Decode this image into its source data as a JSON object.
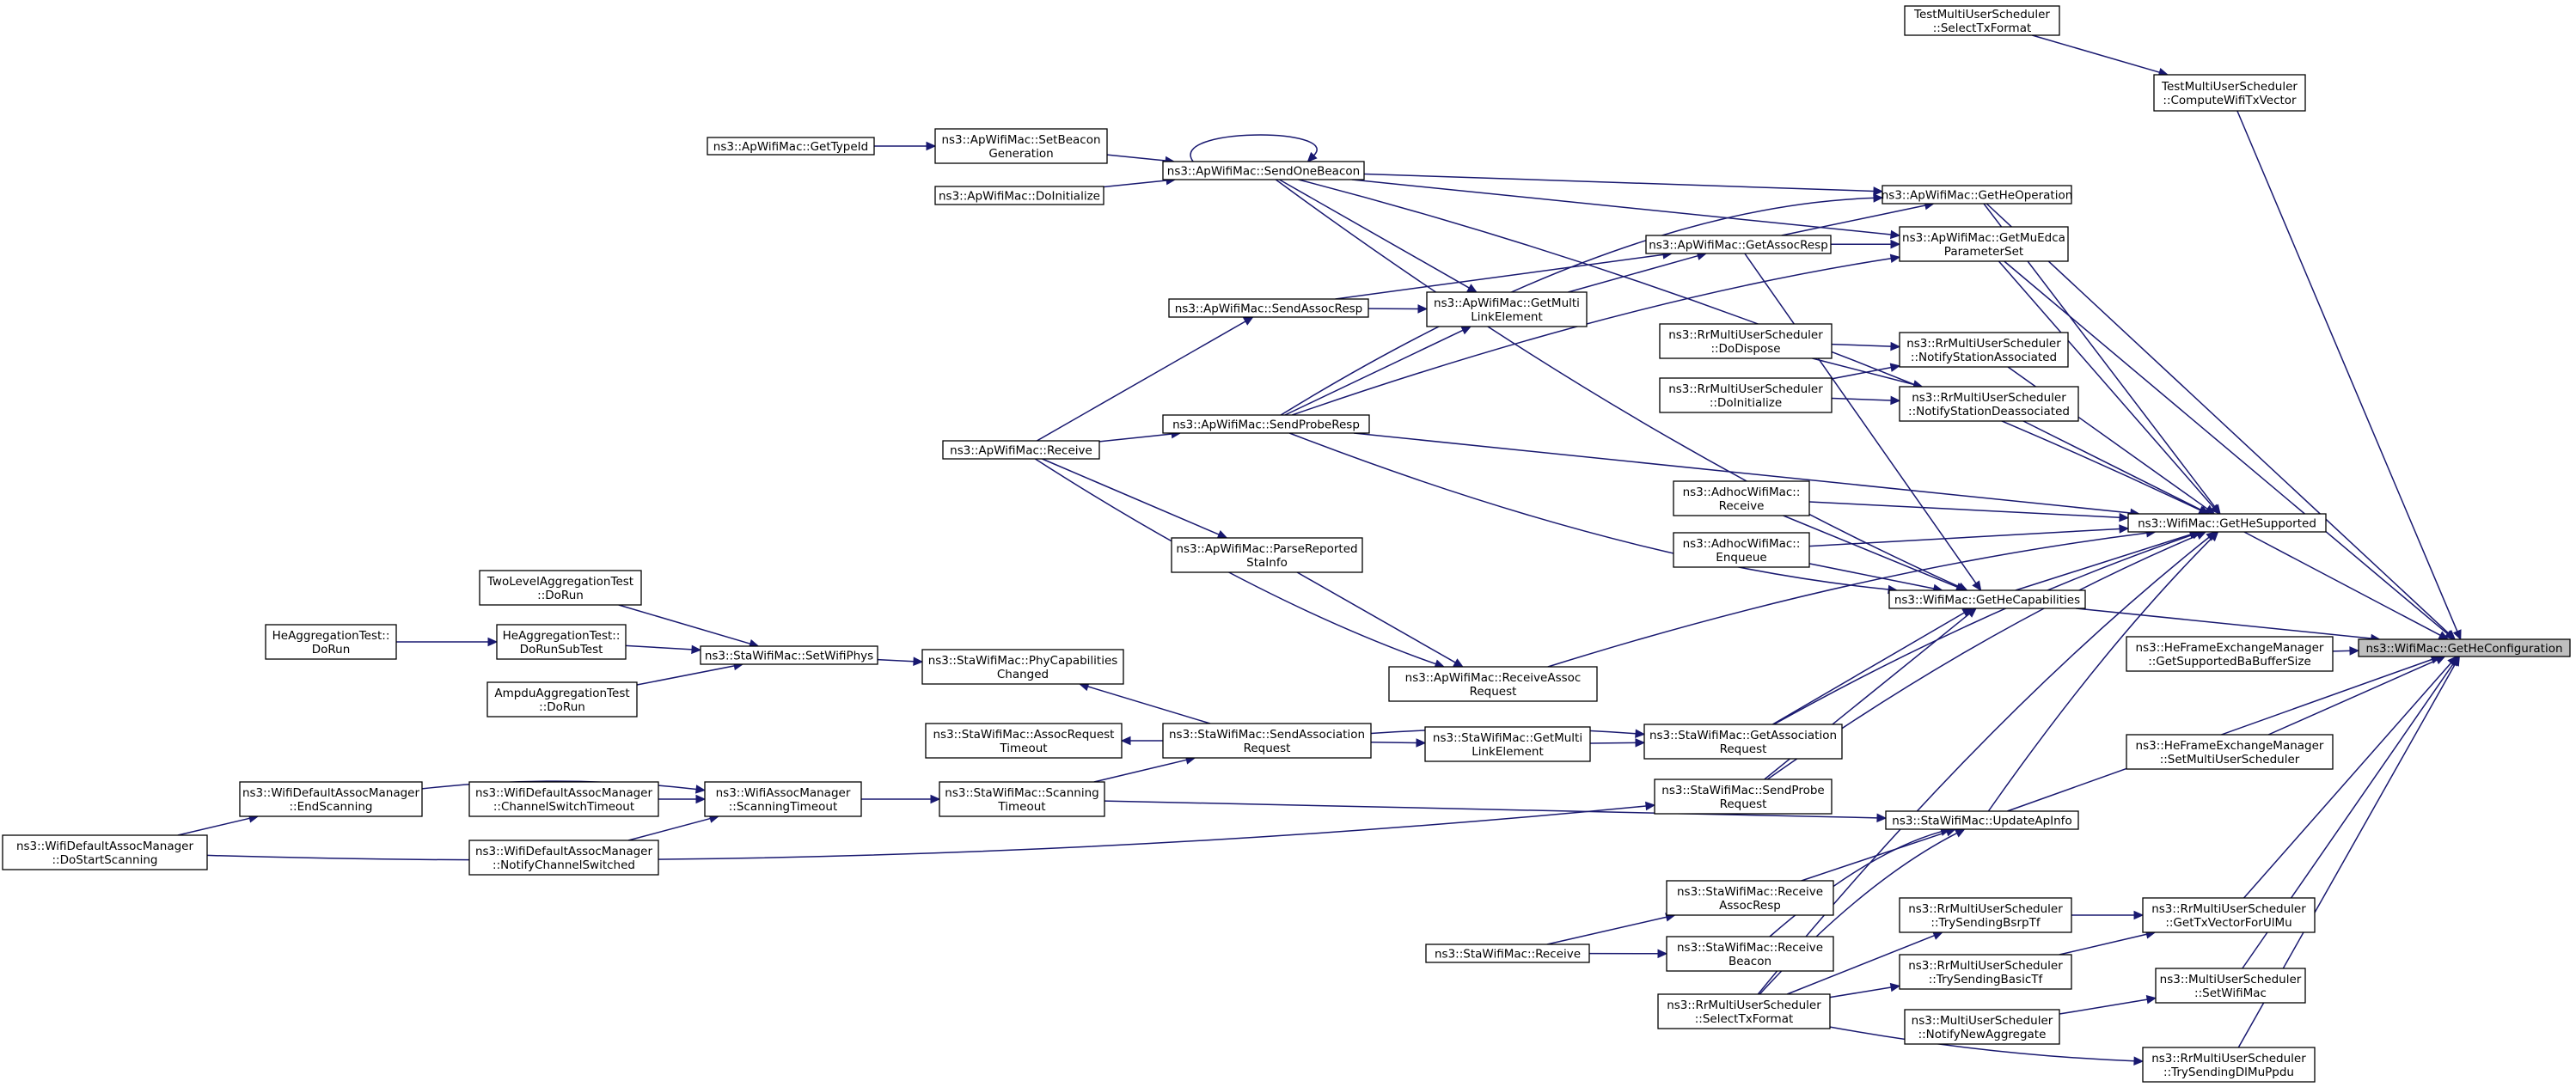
{
  "graph": {
    "focus_node": "ns3::WifiMac::GetHeConfiguration",
    "colors": {
      "edge": "#191970",
      "node_border": "#000000",
      "focus_fill": "#bfbfbf",
      "background": "#ffffff"
    },
    "nodes": {
      "n_gethecfg": [
        "ns3::WifiMac::GetHeConfiguration"
      ],
      "n_testsel": [
        "TestMultiUserScheduler",
        "::SelectTxFormat"
      ],
      "n_testcomp": [
        "TestMultiUserScheduler",
        "::ComputeWifiTxVector"
      ],
      "n_gettypeid": [
        "ns3::ApWifiMac::GetTypeId"
      ],
      "n_setbeacon": [
        "ns3::ApWifiMac::SetBeacon",
        "Generation"
      ],
      "n_doinit_ap": [
        "ns3::ApWifiMac::DoInitialize"
      ],
      "n_sendbeacon": [
        "ns3::ApWifiMac::SendOneBeacon"
      ],
      "n_getheop": [
        "ns3::ApWifiMac::GetHeOperation"
      ],
      "n_getassocresp": [
        "ns3::ApWifiMac::GetAssocResp"
      ],
      "n_getmuedca": [
        "ns3::ApWifiMac::GetMuEdca",
        "ParameterSet"
      ],
      "n_sendassocresp": [
        "ns3::ApWifiMac::SendAssocResp"
      ],
      "n_getmultilink_ap": [
        "ns3::ApWifiMac::GetMulti",
        "LinkElement"
      ],
      "n_rr_dodispose": [
        "ns3::RrMultiUserScheduler",
        "::DoDispose"
      ],
      "n_rr_notifyassoc": [
        "ns3::RrMultiUserScheduler",
        "::NotifyStationAssociated"
      ],
      "n_rr_doinit": [
        "ns3::RrMultiUserScheduler",
        "::DoInitialize"
      ],
      "n_rr_notifydeassoc": [
        "ns3::RrMultiUserScheduler",
        "::NotifyStationDeassociated"
      ],
      "n_ap_receive": [
        "ns3::ApWifiMac::Receive"
      ],
      "n_sendproberesp": [
        "ns3::ApWifiMac::SendProbeResp"
      ],
      "n_adhoc_receive": [
        "ns3::AdhocWifiMac::",
        "Receive"
      ],
      "n_gethesupported": [
        "ns3::WifiMac::GetHeSupported"
      ],
      "n_adhoc_enqueue": [
        "ns3::AdhocWifiMac::",
        "Enqueue"
      ],
      "n_parsereported": [
        "ns3::ApWifiMac::ParseReported",
        "StaInfo"
      ],
      "n_twolevel": [
        "TwoLevelAggregationTest",
        "::DoRun"
      ],
      "n_getheccap": [
        "ns3::WifiMac::GetHeCapabilities"
      ],
      "n_heagg_dorun": [
        "HeAggregationTest::",
        "DoRun"
      ],
      "n_heagg_subtest": [
        "HeAggregationTest::",
        "DoRunSubTest"
      ],
      "n_setwifiphys": [
        "ns3::StaWifiMac::SetWifiPhys"
      ],
      "n_phycap": [
        "ns3::StaWifiMac::PhyCapabilities",
        "Changed"
      ],
      "n_receiveassocreq": [
        "ns3::ApWifiMac::ReceiveAssoc",
        "Request"
      ],
      "n_hefem_getsupp": [
        "ns3::HeFrameExchangeManager",
        "::GetSupportedBaBufferSize"
      ],
      "n_ampdu": [
        "AmpduAggregationTest",
        "::DoRun"
      ],
      "n_assocreqtimeout": [
        "ns3::StaWifiMac::AssocRequest",
        "Timeout"
      ],
      "n_sendassocreq": [
        "ns3::StaWifiMac::SendAssociation",
        "Request"
      ],
      "n_getmultilink_sta": [
        "ns3::StaWifiMac::GetMulti",
        "LinkElement"
      ],
      "n_getassocreq": [
        "ns3::StaWifiMac::GetAssociation",
        "Request"
      ],
      "n_hefem_setmu": [
        "ns3::HeFrameExchangeManager",
        "::SetMultiUserScheduler"
      ],
      "n_endscanning": [
        "ns3::WifiDefaultAssocManager",
        "::EndScanning"
      ],
      "n_chswitchtimeout": [
        "ns3::WifiDefaultAssocManager",
        "::ChannelSwitchTimeout"
      ],
      "n_scanningtimeout_am": [
        "ns3::WifiAssocManager",
        "::ScanningTimeout"
      ],
      "n_scanningtimeout_sta": [
        "ns3::StaWifiMac::Scanning",
        "Timeout"
      ],
      "n_sendprobereq": [
        "ns3::StaWifiMac::SendProbe",
        "Request"
      ],
      "n_dostartscanning": [
        "ns3::WifiDefaultAssocManager",
        "::DoStartScanning"
      ],
      "n_updateapinfo": [
        "ns3::StaWifiMac::UpdateApInfo"
      ],
      "n_notifychswitched": [
        "ns3::WifiDefaultAssocManager",
        "::NotifyChannelSwitched"
      ],
      "n_sta_rxassocresp": [
        "ns3::StaWifiMac::Receive",
        "AssocResp"
      ],
      "n_rr_bsrp": [
        "ns3::RrMultiUserScheduler",
        "::TrySendingBsrpTf"
      ],
      "n_rr_gettxvec": [
        "ns3::RrMultiUserScheduler",
        "::GetTxVectorForUlMu"
      ],
      "n_sta_receive": [
        "ns3::StaWifiMac::Receive"
      ],
      "n_sta_rxbeacon": [
        "ns3::StaWifiMac::Receive",
        "Beacon"
      ],
      "n_rr_basictf": [
        "ns3::RrMultiUserScheduler",
        "::TrySendingBasicTf"
      ],
      "n_mu_setwifimac": [
        "ns3::MultiUserScheduler",
        "::SetWifiMac"
      ],
      "n_rr_seltxformat": [
        "ns3::RrMultiUserScheduler",
        "::SelectTxFormat"
      ],
      "n_mu_notifynewagg": [
        "ns3::MultiUserScheduler",
        "::NotifyNewAggregate"
      ],
      "n_rr_dlmuppdu": [
        "ns3::RrMultiUserScheduler",
        "::TrySendingDlMuPpdu"
      ]
    }
  }
}
